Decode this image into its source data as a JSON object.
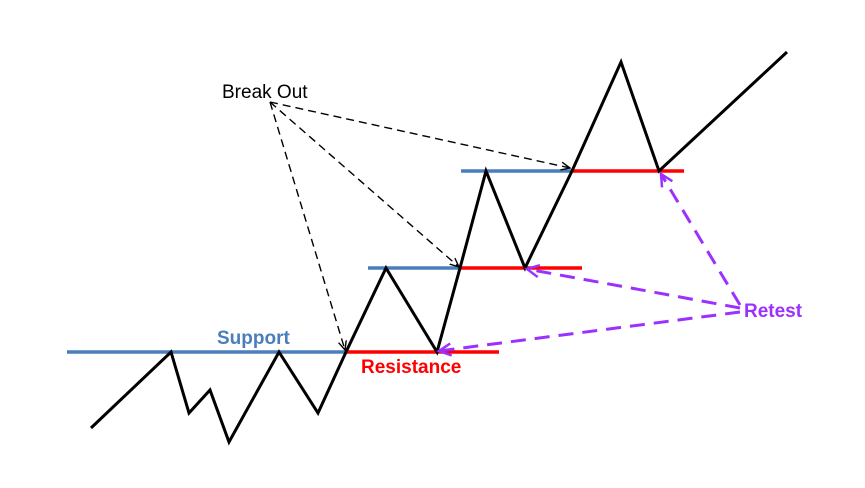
{
  "labels": {
    "break_out": "Break Out",
    "support": "Support",
    "resistance": "Resistance",
    "retest": "Retest"
  },
  "colors": {
    "price_line": "#000000",
    "support": "#4a7ebb",
    "resistance": "#ff0000",
    "retest": "#9b30ff",
    "break_out_arrows": "#000000"
  }
}
